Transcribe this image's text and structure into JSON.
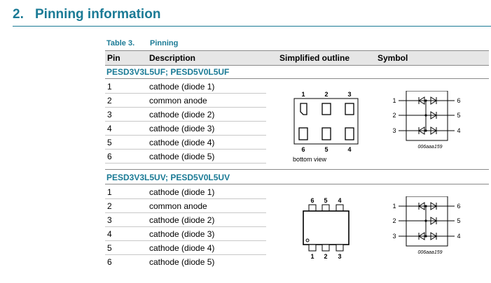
{
  "section": {
    "number": "2.",
    "title": "Pinning information"
  },
  "table": {
    "caption_label": "Table 3.",
    "caption_title": "Pinning",
    "headers": {
      "pin": "Pin",
      "description": "Description",
      "outline": "Simplified outline",
      "symbol": "Symbol"
    },
    "groups": [
      {
        "title": "PESD3V3L5UF; PESD5V0L5UF",
        "rows": [
          {
            "pin": "1",
            "description": "cathode (diode 1)"
          },
          {
            "pin": "2",
            "description": "common anode"
          },
          {
            "pin": "3",
            "description": "cathode (diode 2)"
          },
          {
            "pin": "4",
            "description": "cathode (diode 3)"
          },
          {
            "pin": "5",
            "description": "cathode (diode 4)"
          },
          {
            "pin": "6",
            "description": "cathode (diode 5)"
          }
        ],
        "outline": {
          "top_pins": [
            "1",
            "2",
            "3"
          ],
          "bottom_pins": [
            "6",
            "5",
            "4"
          ],
          "view_label": "bottom view"
        },
        "symbol": {
          "left_pins": [
            "1",
            "2",
            "3"
          ],
          "right_pins": [
            "6",
            "5",
            "4"
          ],
          "code": "006aaa159"
        }
      },
      {
        "title": "PESD3V3L5UV; PESD5V0L5UV",
        "rows": [
          {
            "pin": "1",
            "description": "cathode (diode 1)"
          },
          {
            "pin": "2",
            "description": "common anode"
          },
          {
            "pin": "3",
            "description": "cathode (diode 2)"
          },
          {
            "pin": "4",
            "description": "cathode (diode 3)"
          },
          {
            "pin": "5",
            "description": "cathode (diode 4)"
          },
          {
            "pin": "6",
            "description": "cathode (diode 5)"
          }
        ],
        "outline": {
          "top_pins": [
            "6",
            "5",
            "4"
          ],
          "bottom_pins": [
            "1",
            "2",
            "3"
          ]
        },
        "symbol": {
          "left_pins": [
            "1",
            "2",
            "3"
          ],
          "right_pins": [
            "6",
            "5",
            "4"
          ],
          "code": "006aaa159"
        }
      }
    ]
  },
  "colors": {
    "heading": "#1a7a95",
    "header_bg": "#e6e6e6"
  }
}
